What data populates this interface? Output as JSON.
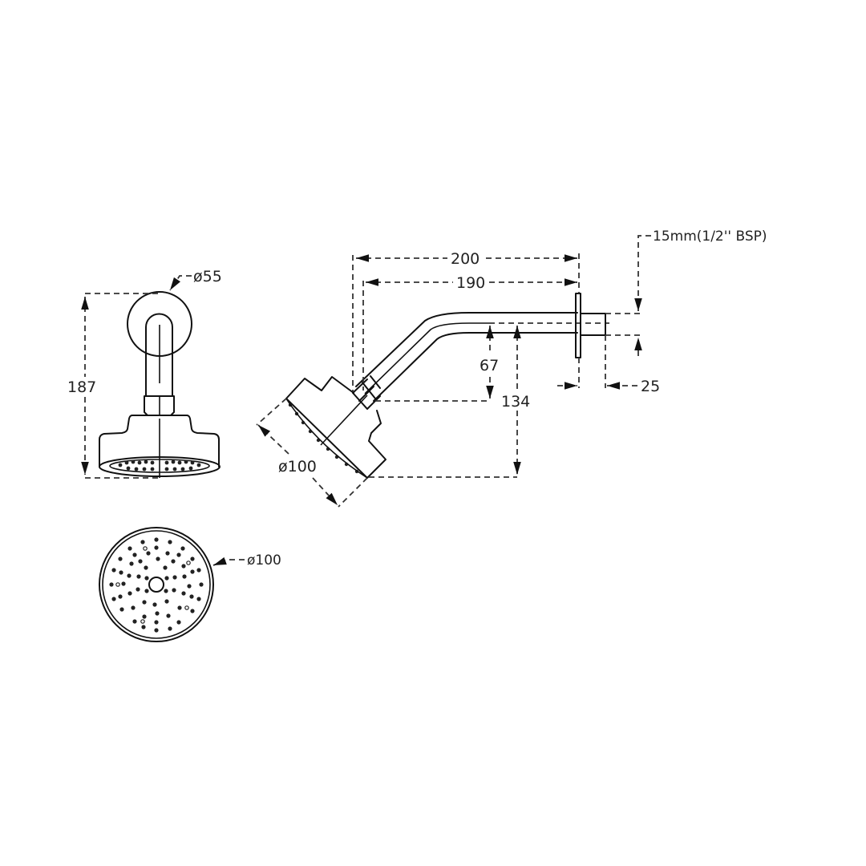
{
  "drawing": {
    "title": "Shower arm with shower head - dimensional drawing",
    "units": "mm",
    "views": {
      "front": {
        "flange_diameter_label": "ø55",
        "overall_height_label": "187"
      },
      "side": {
        "arm_length_label": "200",
        "arm_projection_label": "190",
        "drop_to_joint_label": "67",
        "drop_to_head_bottom_label": "134",
        "head_diameter_label": "ø100",
        "inlet_label": "15mm(1/2'' BSP)",
        "thread_length_label": "25"
      },
      "bottom": {
        "head_diameter_label": "ø100"
      }
    },
    "colors": {
      "line": "#111111",
      "dimension": "#333333",
      "background": "#ffffff"
    }
  }
}
